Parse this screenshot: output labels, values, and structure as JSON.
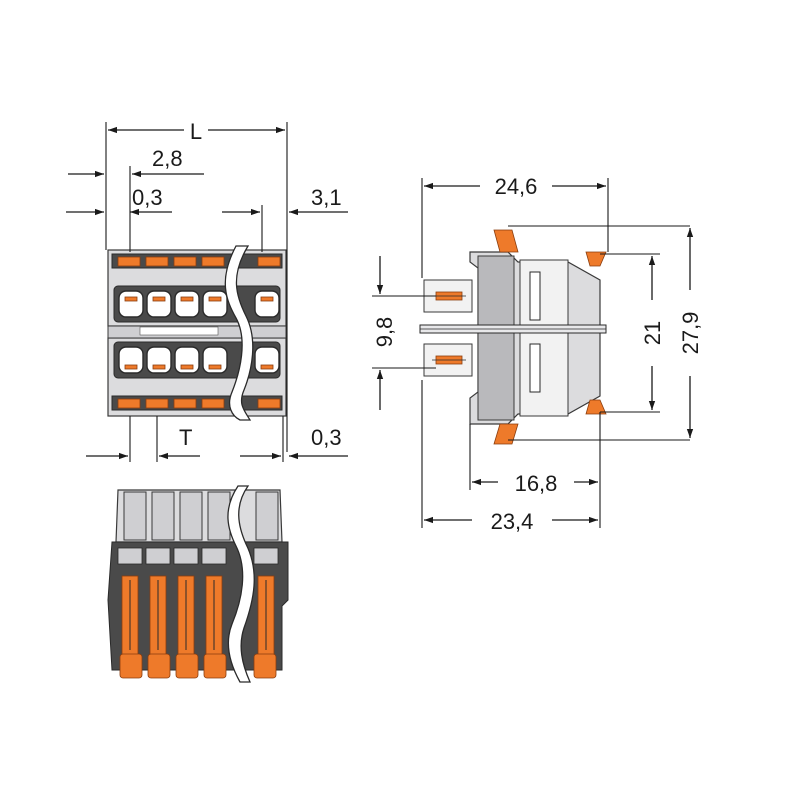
{
  "diagram": {
    "front_view": {
      "dimension_labels": {
        "overall_length": "L",
        "offset_top": "2,8",
        "edge_offset_left": "0,3",
        "right_offset": "3,1",
        "pitch": "T",
        "edge_offset_right": "0,3"
      }
    },
    "side_view": {
      "dimension_labels": {
        "top_width": "24,6",
        "left_height": "9,8",
        "inner_height": "21",
        "overall_height": "27,9",
        "inner_width": "16,8",
        "bottom_width": "23,4"
      }
    },
    "colors": {
      "housing": "#dcdcde",
      "actuator": "#ee7a2a",
      "outline": "#1a1a1a"
    }
  }
}
